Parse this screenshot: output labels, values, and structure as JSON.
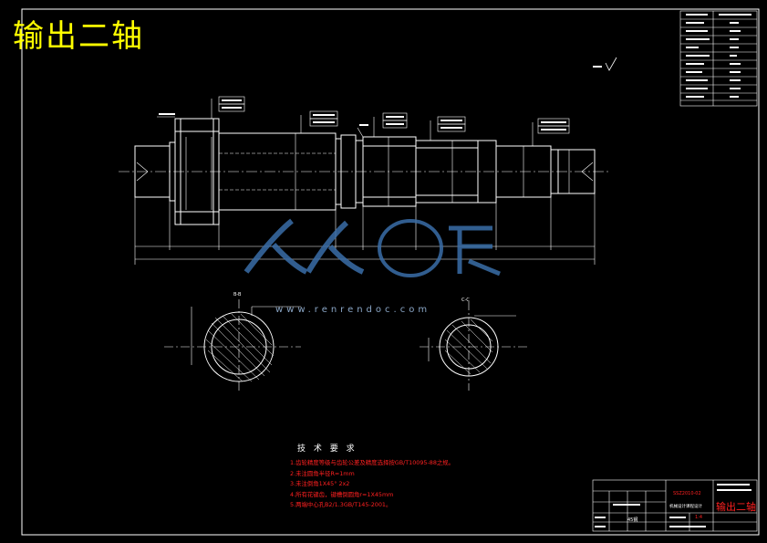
{
  "drawing_title": "输出二轴",
  "tech_requirements": {
    "heading": "技 术 要 求",
    "items": [
      "1.齿轮精度等级与齿轮公差及精度选择按GB/T10095-88之规。",
      "2.未注圆角半径R=1mm",
      "3.未注倒角1X45°  2x2",
      "4.所有花键齿，键槽倒圆角r=1X45mm",
      "5.两端中心孔B2/1.3GB/T145-2001。"
    ]
  },
  "section_labels": {
    "left": "B-B",
    "right": "C-C"
  },
  "watermark": {
    "brand": "人人文库",
    "url": "www.renrendoc.com"
  },
  "title_block": {
    "drawing_name": "输出二轴",
    "code": "SSZ2010-02",
    "scale": "1:4",
    "material_note": "45钢",
    "school": "机械设计课程设计"
  },
  "colors": {
    "background": "#000000",
    "line_white": "#ffffff",
    "title_yellow": "#ffff00",
    "red_text": "#ff2020",
    "watermark_blue": "#3a6ea8"
  }
}
